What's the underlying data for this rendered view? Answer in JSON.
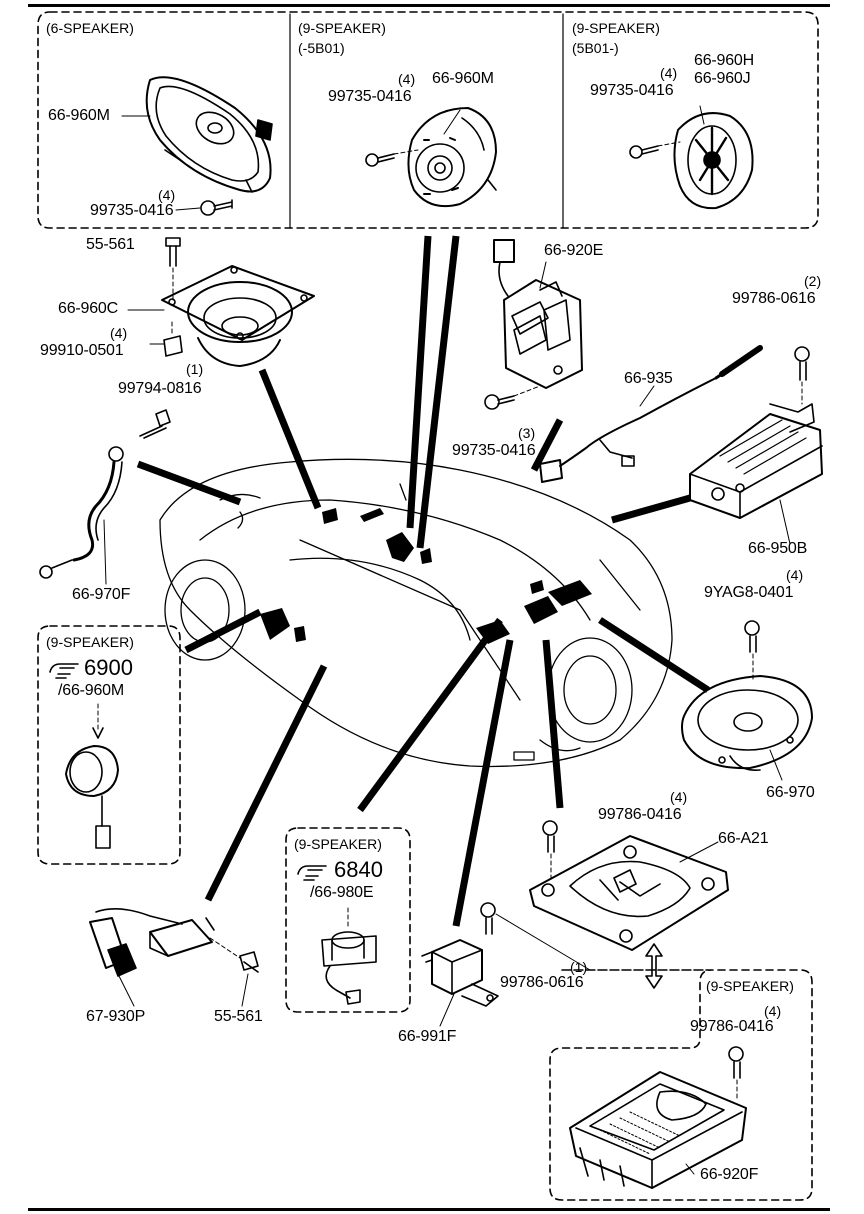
{
  "colors": {
    "ink": "#000000",
    "paper": "#ffffff"
  },
  "icons": {
    "reference": "pointing-hand-icon"
  },
  "boxes": {
    "six_speaker": {
      "title": "(6-SPEAKER)"
    },
    "nine_speaker_a": {
      "title": "(9-SPEAKER)",
      "subtitle": "(-5B01)"
    },
    "nine_speaker_b": {
      "title": "(9-SPEAKER)",
      "subtitle": "(5B01-)"
    },
    "nine_speaker_left": {
      "title": "(9-SPEAKER)",
      "ref_number": "6900",
      "ref_part": "/66-960M"
    },
    "nine_speaker_center": {
      "title": "(9-SPEAKER)",
      "ref_number": "6840",
      "ref_part": "/66-980E"
    },
    "nine_speaker_bottom": {
      "title": "(9-SPEAKER)"
    }
  },
  "parts": {
    "p_66_960M_a": "66-960M",
    "p_99735_0416_a": "99735-0416",
    "q_4_a": "(4)",
    "p_99735_0416_b": "99735-0416",
    "q_4_b": "(4)",
    "p_66_960M_b": "66-960M",
    "p_99735_0416_c": "99735-0416",
    "q_4_c": "(4)",
    "p_66_960H": "66-960H",
    "p_66_960J": "66-960J",
    "p_55_561_a": "55-561",
    "p_66_960C": "66-960C",
    "p_99910_0501": "99910-0501",
    "q_4_d": "(4)",
    "p_99794_0816": "99794-0816",
    "q_1_a": "(1)",
    "p_66_920E": "66-920E",
    "p_99786_0616_a": "99786-0616",
    "q_2_a": "(2)",
    "p_66_935": "66-935",
    "p_99735_0416_d": "99735-0416",
    "q_3_a": "(3)",
    "p_66_970F": "66-970F",
    "p_66_950B": "66-950B",
    "p_9YAG8_0401": "9YAG8-0401",
    "q_4_e": "(4)",
    "p_66_970": "66-970",
    "p_99786_0416_a": "99786-0416",
    "q_4_f": "(4)",
    "p_66_A21": "66-A21",
    "p_67_930P": "67-930P",
    "p_55_561_b": "55-561",
    "p_99786_0616_b": "99786-0616",
    "q_1_b": "(1)",
    "p_66_991F": "66-991F",
    "p_99786_0416_b": "99786-0416",
    "q_4_g": "(4)",
    "p_66_920F": "66-920F"
  }
}
